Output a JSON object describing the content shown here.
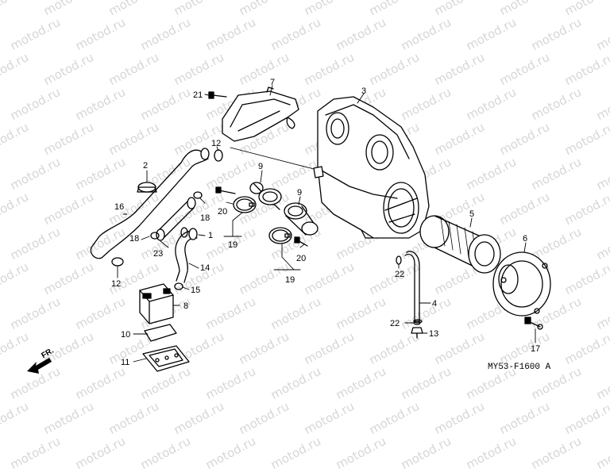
{
  "watermark": "motod.ru",
  "front_marker": "FR.",
  "diagram_code": "MY53-F1600 A",
  "labels": {
    "p1": "1",
    "p2": "2",
    "p3": "3",
    "p4": "4",
    "p5": "5",
    "p6": "6",
    "p7": "7",
    "p8": "8",
    "p9a": "9",
    "p9b": "9",
    "p10": "10",
    "p11": "11",
    "p12a": "12",
    "p12b": "12",
    "p13": "13",
    "p14": "14",
    "p15": "15",
    "p16": "16",
    "p17": "17",
    "p18a": "18",
    "p18b": "18",
    "p19a": "19",
    "p19b": "19",
    "p20a": "20",
    "p20b": "20",
    "p21": "21",
    "p22a": "22",
    "p22b": "22",
    "p23": "23"
  }
}
